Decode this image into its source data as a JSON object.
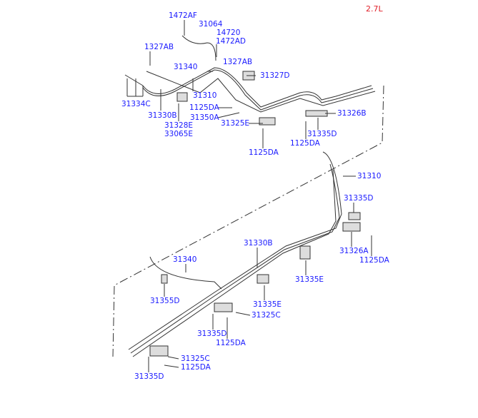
{
  "engine_label": "2.7L",
  "colors": {
    "label": "#1a1aff",
    "engine": "#e0202a",
    "line": "#222222"
  },
  "labels": [
    "1472AF",
    "31064",
    "14720",
    "1472AD",
    "1327AB",
    "1327AB",
    "31340",
    "31327D",
    "31310",
    "31334C",
    "31330B",
    "1125DA",
    "31350A",
    "31325E",
    "31326B",
    "31328E",
    "33065E",
    "31335D",
    "1125DA",
    "1125DA",
    "31310",
    "31335D",
    "31326A",
    "1125DA",
    "31330B",
    "31340",
    "31335E",
    "31355D",
    "31335E",
    "31325C",
    "31335D",
    "1125DA",
    "31325C",
    "1125DA",
    "31335D"
  ]
}
